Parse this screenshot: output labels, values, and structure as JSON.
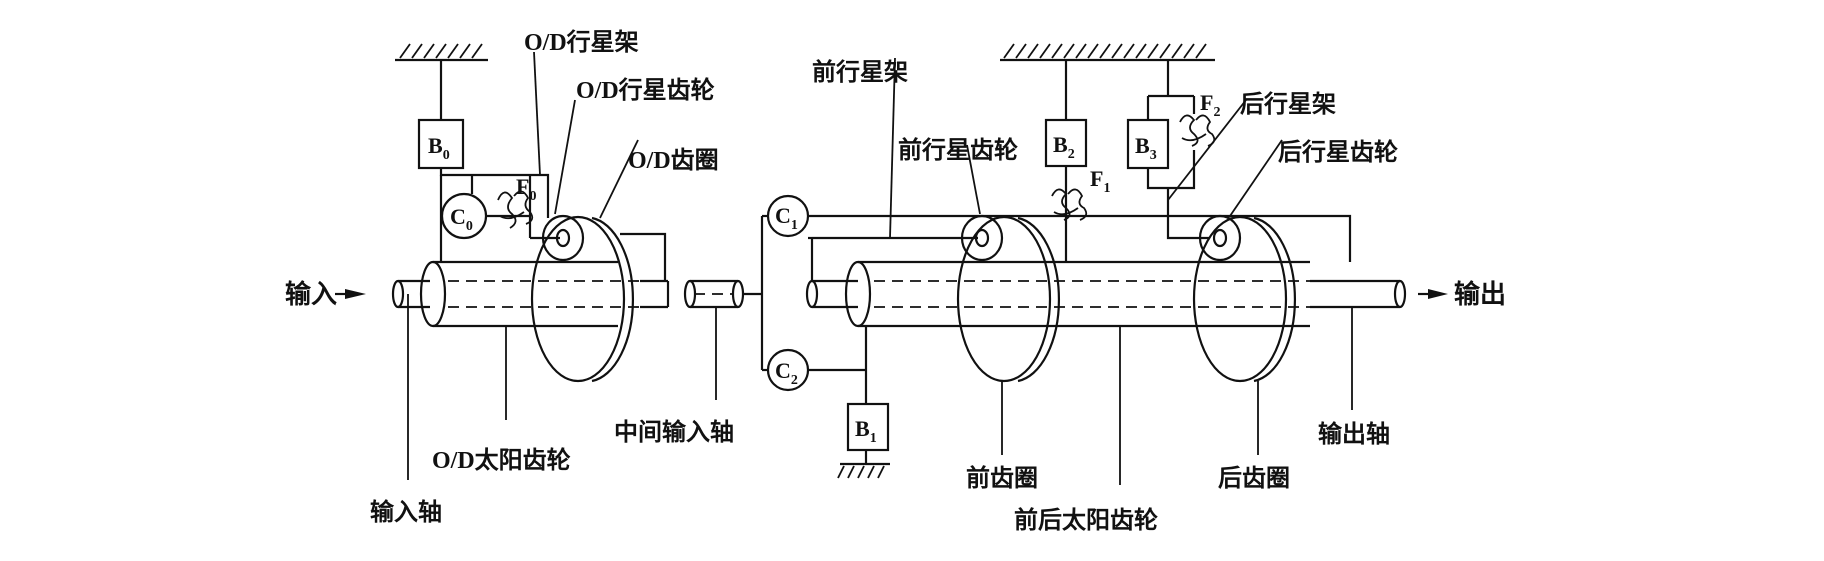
{
  "labels": {
    "input": "输入",
    "output": "输出",
    "input_shaft": "输入轴",
    "od_carrier": "O/D行星架",
    "od_planet": "O/D行星齿轮",
    "od_ring": "O/D齿圈",
    "od_sun": "O/D太阳齿轮",
    "mid_shaft": "中间输入轴",
    "front_carrier": "前行星架",
    "front_planet": "前行星齿轮",
    "front_ring": "前齿圈",
    "sun_common": "前后太阳齿轮",
    "rear_carrier": "后行星架",
    "rear_planet": "后行星齿轮",
    "rear_ring": "后齿圈",
    "output_shaft": "输出轴"
  },
  "symbols": {
    "B0": {
      "main": "B",
      "sub": "0"
    },
    "B1": {
      "main": "B",
      "sub": "1"
    },
    "B2": {
      "main": "B",
      "sub": "2"
    },
    "B3": {
      "main": "B",
      "sub": "3"
    },
    "C0": {
      "main": "C",
      "sub": "0"
    },
    "C1": {
      "main": "C",
      "sub": "1"
    },
    "C2": {
      "main": "C",
      "sub": "2"
    },
    "F0": {
      "main": "F",
      "sub": "0"
    },
    "F1": {
      "main": "F",
      "sub": "1"
    },
    "F2": {
      "main": "F",
      "sub": "2"
    }
  }
}
